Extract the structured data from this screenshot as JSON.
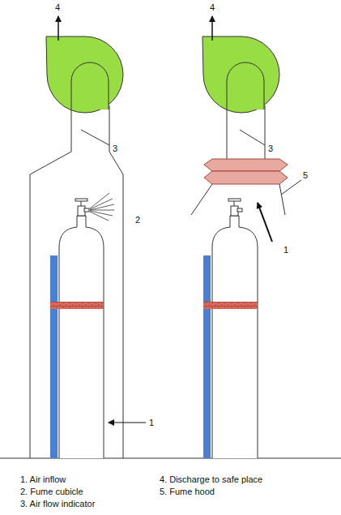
{
  "diagram": {
    "labels": [
      "4",
      "4",
      "3",
      "3",
      "5",
      "2",
      "1",
      "1",
      "1. Air inflow",
      "4. Discharge to safe place",
      "2. Fume cubicle",
      "5. Fume hood",
      "3. Air flow indicator"
    ]
  }
}
